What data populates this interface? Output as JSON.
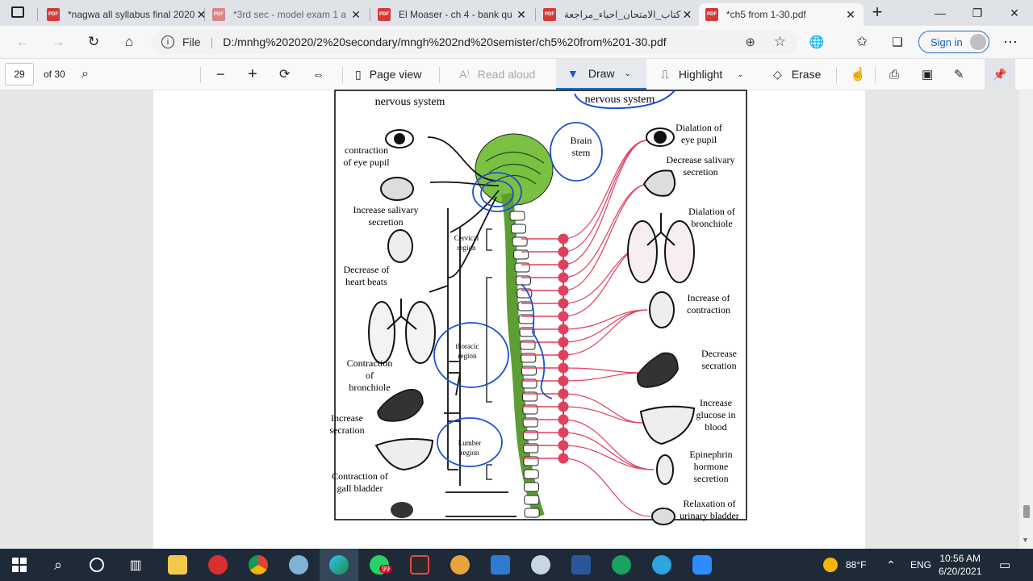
{
  "tabs": [
    {
      "title": "*nagwa all syllabus final 2020",
      "active": false
    },
    {
      "title": "*3rd sec - model exam 1 a",
      "active": false
    },
    {
      "title": "El Moaser - ch 4 - bank qu",
      "active": false
    },
    {
      "title": "كتاب_الامتحان_احياء_مراجعة",
      "active": false
    },
    {
      "title": "*ch5 from 1-30.pdf",
      "active": true
    }
  ],
  "pdf_badge": "PDF",
  "address": {
    "scheme_label": "File",
    "url": "D:/mnhg%202020/2%20secondary/mngh%202nd%20semister/ch5%20from%201-30.pdf"
  },
  "signin_label": "Sign in",
  "pdf_toolbar": {
    "page_current": "29",
    "page_total": "of 30",
    "page_view": "Page view",
    "read_aloud": "Read aloud",
    "draw": "Draw",
    "highlight": "Highlight",
    "erase": "Erase"
  },
  "diagram": {
    "left_header": "nervous system",
    "right_header": "nervous system",
    "brain_stem": [
      "Brain",
      "stem"
    ],
    "regions": [
      [
        "Cervical",
        "region"
      ],
      [
        "thoracic",
        "region"
      ],
      [
        "Lumber",
        "region"
      ]
    ],
    "left_labels": [
      [
        "contraction",
        "of  eye pupil"
      ],
      [
        "Increase salivary",
        "secretion"
      ],
      [
        "Decrease of",
        "heart beats"
      ],
      [
        "Contraction",
        "of",
        "bronchiole"
      ],
      [
        "Increase",
        "secration"
      ],
      [
        "Contraction of",
        "gall bladder"
      ]
    ],
    "right_labels": [
      [
        "Dialation of",
        "eye pupil"
      ],
      [
        "Decrease salivary",
        "secretion"
      ],
      [
        "Dialation of",
        "bronchiole"
      ],
      [
        "Increase of",
        "contraction"
      ],
      [
        "Decrease",
        "secration"
      ],
      [
        "Increase",
        "glucose in",
        "blood"
      ],
      [
        "Epinephrin",
        "hormone",
        "secretion"
      ],
      [
        "Relaxation of",
        "urinary bladder"
      ]
    ]
  },
  "taskbar": {
    "weather": "88°F",
    "lang": "ENG",
    "time": "10:56 AM",
    "date": "6/20/2021",
    "badge": "99"
  },
  "colors": {
    "accent": "#1a6fc4",
    "sympathetic": "#e0405e",
    "spine": "#7ac142",
    "pen": "#1a4fd6",
    "taskbar": "#1e2a38"
  }
}
